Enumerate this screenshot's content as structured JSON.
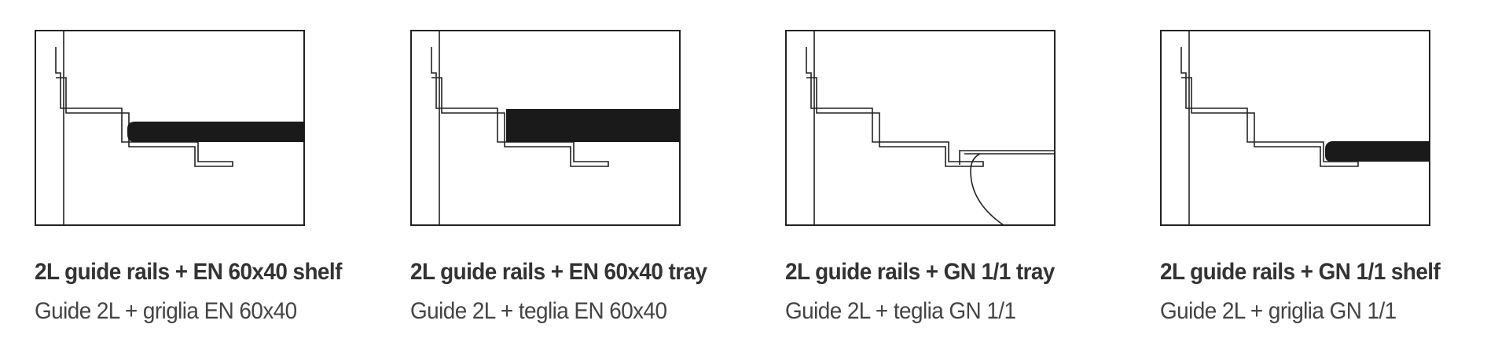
{
  "panels": [
    {
      "title": "2L guide rails + EN 60x40 shelf",
      "subtitle": "Guide 2L + griglia EN 60x40"
    },
    {
      "title": "2L guide rails + EN 60x40 tray",
      "subtitle": "Guide 2L + teglia EN 60x40"
    },
    {
      "title": "2L guide rails + GN 1/1 tray",
      "subtitle": "Guide 2L + teglia GN 1/1"
    },
    {
      "title": "2L guide rails + GN 1/1 shelf",
      "subtitle": "Guide 2L + griglia GN 1/1"
    }
  ],
  "colors": {
    "line": "#222222",
    "fill": "#1a1a1a",
    "text": "#333333"
  }
}
